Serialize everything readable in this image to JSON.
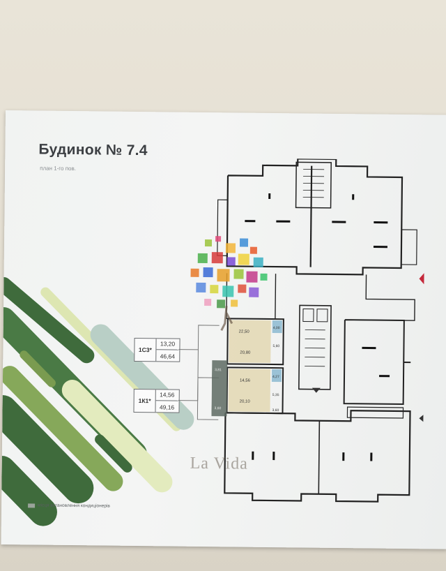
{
  "sheet": {
    "title": "Будинок № 7.4",
    "subtitle": "план 1-го пов."
  },
  "legend": [
    {
      "code": "1С3*",
      "value_top": "13,20",
      "value_bottom": "46,64"
    },
    {
      "code": "1К1*",
      "value_top": "14,56",
      "value_bottom": "49,16"
    }
  ],
  "plan_labels": {
    "unit_a_area": "22,50",
    "unit_a_room": "20,80",
    "unit_a_bath": "4,00",
    "unit_a_hall": "5,60",
    "unit_b_area": "14,56",
    "unit_b_room": "20,10",
    "unit_b_bath": "4,27",
    "unit_b_hall": "5,35",
    "unit_b_extra": "3,60",
    "balcony_a": "3,81",
    "balcony_b": "3,60"
  },
  "footnote": "місця встановлення кондиціонерів",
  "watermark": "La Vida",
  "colors": {
    "stripe_dark": "#3f6b3c",
    "stripe_mid": "#86a85a",
    "stripe_light": "#d8e3a8",
    "stripe_pale": "#b9cfc6",
    "highlight_unit": "#e3d7b3",
    "accent_marker": "#c4283a"
  }
}
